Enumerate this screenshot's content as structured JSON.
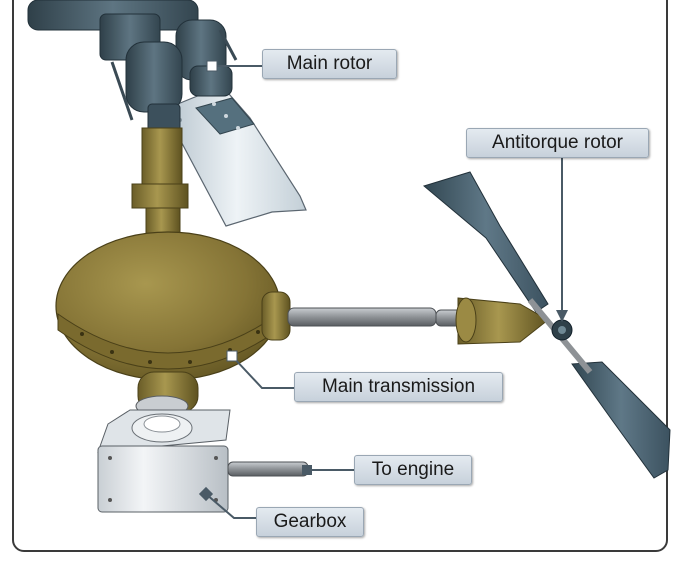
{
  "labels": {
    "main_rotor": "Main rotor",
    "antitorque_rotor": "Antitorque rotor",
    "main_transmission": "Main transmission",
    "to_engine": "To engine",
    "gearbox": "Gearbox"
  },
  "colors": {
    "transmission": "#8a7a3a",
    "rotor_hub": "#4e6470",
    "blade": "#dfe8ee",
    "tail_blade": "#4b6472",
    "shaft": "#8e9296",
    "callout_fill": "#d5dde5",
    "leader_line": "#4a5a66",
    "frame": "#3a3a3a"
  }
}
